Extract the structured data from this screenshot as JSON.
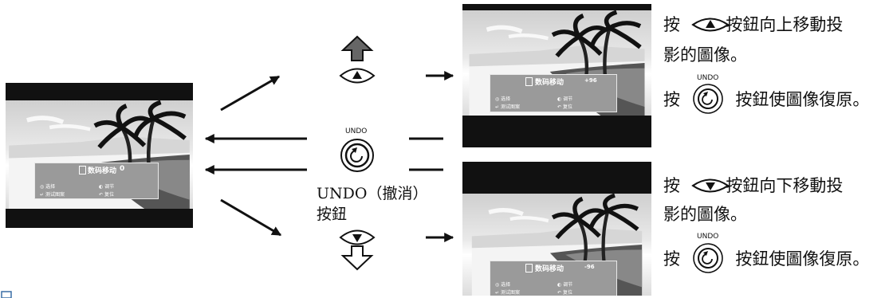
{
  "screen": {
    "osd_title": "数码移动",
    "center_value": "0",
    "up_value": "+96",
    "down_value": "-96",
    "opt_select": "选择",
    "opt_adjust": "调节",
    "opt_test": "测试图案",
    "opt_reset": "复位"
  },
  "undo_button_label": "UNDO",
  "caption_line1": "UNDO（撤消）",
  "caption_line2": "按鈕",
  "up_desc": {
    "line1_pre": "按",
    "line1_post": "按鈕向上移動投",
    "line2": "影的圖像。",
    "line3_pre": "按",
    "line3_post": "按鈕使圖像復原。"
  },
  "down_desc": {
    "line1_pre": "按",
    "line1_post": "按鈕向下移動投",
    "line2": "影的圖像。",
    "line3_pre": "按",
    "line3_post": "按鈕使圖像復原。"
  }
}
